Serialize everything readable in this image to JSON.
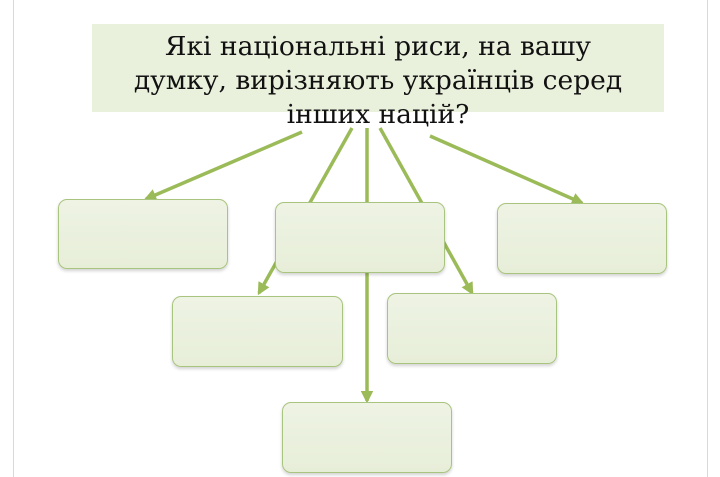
{
  "question": {
    "line1": "Які національні риси, на вашу",
    "line2": "думку, вирізняють українців серед",
    "line3": "інших націй?"
  },
  "colors": {
    "background": "#ffffff",
    "question_fill": "#e9f0dc",
    "box_fill": "#ebf1df",
    "box_border": "#a9c47e",
    "arrow": "#9bbb59"
  },
  "answer_boxes": [
    {
      "id": "top-left",
      "text": ""
    },
    {
      "id": "top-center",
      "text": ""
    },
    {
      "id": "top-right",
      "text": ""
    },
    {
      "id": "middle-left",
      "text": ""
    },
    {
      "id": "middle-right",
      "text": ""
    },
    {
      "id": "bottom-center",
      "text": ""
    }
  ]
}
